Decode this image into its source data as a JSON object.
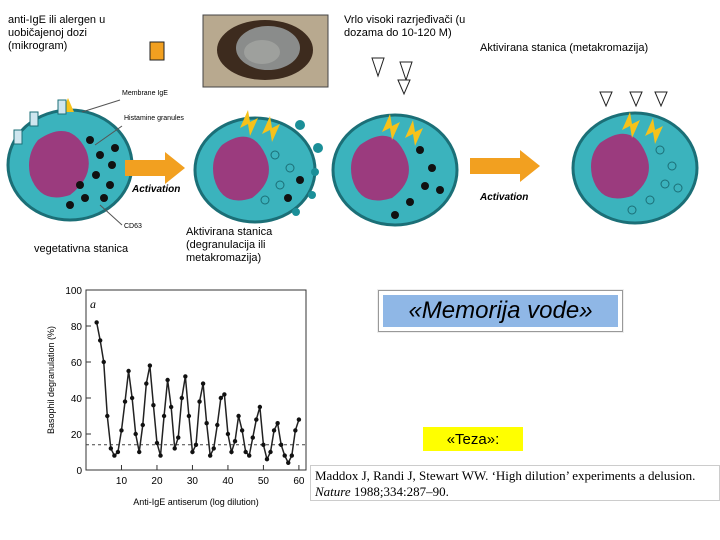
{
  "labels": {
    "top_left": "anti-IgE ili alergen u uobičajenoj dozi (mikrogram)",
    "resting": "vegetativna stanica",
    "activated_mid": "Aktivirana stanica (degranulacija ili metakromazija)",
    "high_dilution": "Vrlo visoki razrjeđivači (u dozama do 10-120 M)",
    "activated_right": "Aktivirana stanica (metakromazija)"
  },
  "cell_annotations": {
    "membrane_ige": "Membrane IgE",
    "histamine": "Histamine granules",
    "cd63": "CD63",
    "activation": "Activation"
  },
  "banner": {
    "text": "«Memorija vode»"
  },
  "teza": {
    "text": "«Teza»:"
  },
  "citation": {
    "line1": "Maddox J, Randi J, Stewart WW. ‘High dilution’ experiments a delusion.",
    "line2_journal": "Nature",
    "line2_rest": " 1988;334:287–90."
  },
  "colors": {
    "cell_fill": "#3bb3bd",
    "nucleus": "#9b3b7e",
    "arrow": "#f2a020",
    "lightning": "#f6c21a",
    "banner_fill": "#8fb7e6",
    "teza_fill": "#ffff00"
  },
  "chart_data": {
    "type": "line",
    "panel_letter": "a",
    "xlabel": "Anti-IgE antiserum (log dilution)",
    "ylabel": "Basophil degranulation (%)",
    "xlim": [
      0,
      62
    ],
    "ylim": [
      0,
      100
    ],
    "xticks": [
      10,
      20,
      30,
      40,
      50,
      60
    ],
    "yticks": [
      0,
      20,
      40,
      60,
      80,
      100
    ],
    "reference_line_y": 14,
    "x": [
      3,
      4,
      5,
      6,
      7,
      8,
      9,
      10,
      11,
      12,
      13,
      14,
      15,
      16,
      17,
      18,
      19,
      20,
      21,
      22,
      23,
      24,
      25,
      26,
      27,
      28,
      29,
      30,
      31,
      32,
      33,
      34,
      35,
      36,
      37,
      38,
      39,
      40,
      41,
      42,
      43,
      44,
      45,
      46,
      47,
      48,
      49,
      50,
      51,
      52,
      53,
      54,
      55,
      56,
      57,
      58,
      59,
      60
    ],
    "y": [
      82,
      72,
      60,
      30,
      12,
      8,
      10,
      22,
      38,
      55,
      40,
      20,
      10,
      25,
      48,
      58,
      36,
      15,
      8,
      30,
      50,
      35,
      12,
      18,
      40,
      52,
      30,
      10,
      14,
      38,
      48,
      26,
      8,
      12,
      25,
      40,
      42,
      20,
      10,
      16,
      30,
      22,
      10,
      8,
      18,
      28,
      35,
      14,
      6,
      10,
      22,
      26,
      14,
      8,
      4,
      8,
      22,
      28
    ]
  }
}
